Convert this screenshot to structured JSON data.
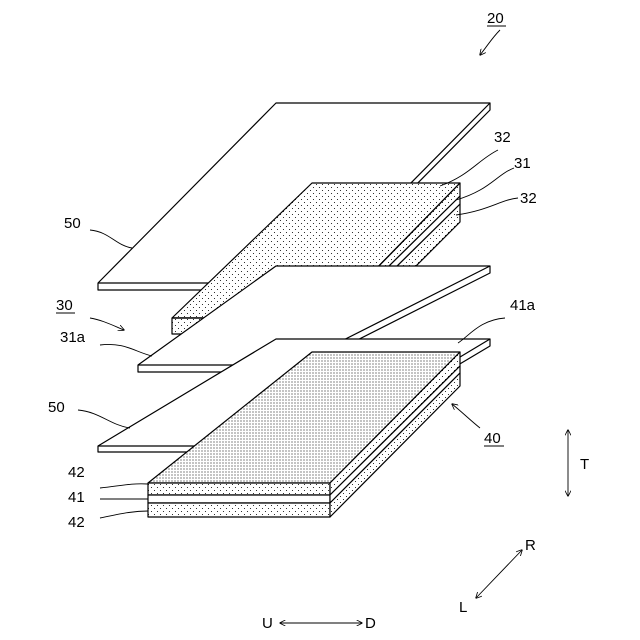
{
  "figure": {
    "ref_main": "20",
    "label_top_sep_32": "32",
    "label_current_collector_31": "31",
    "label_bottom_sep_32": "32",
    "label_upper_separator_50": "50",
    "label_assembly_30": "30",
    "label_surface_31a": "31a",
    "label_lower_separator_50": "50",
    "label_surface_41a": "41a",
    "label_assembly_40": "40",
    "label_layer_42_top": "42",
    "label_layer_41": "41",
    "label_layer_42_bottom": "42",
    "dir_T": "T",
    "dir_R": "R",
    "dir_L": "L",
    "dir_U": "U",
    "dir_D": "D"
  }
}
